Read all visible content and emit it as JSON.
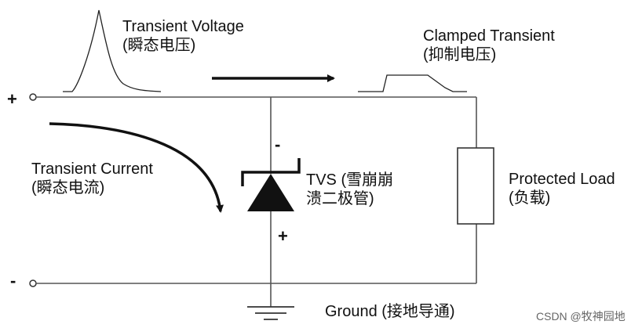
{
  "labels": {
    "transient_voltage": [
      "Transient Voltage",
      "(瞬态电压)"
    ],
    "clamped_transient": [
      "Clamped Transient",
      "(抑制电压)"
    ],
    "transient_current": [
      "Transient Current",
      "(瞬态电流)"
    ],
    "tvs": [
      "TVS (雪崩崩",
      "溃二极管)"
    ],
    "protected_load": [
      "Protected Load",
      "(负载)"
    ],
    "ground": "Ground (接地导通)"
  },
  "terminals": {
    "positive": "+",
    "negative": "-"
  },
  "tvs_polarity": {
    "top": "-",
    "bottom": "+"
  },
  "watermark": "CSDN @牧神园地",
  "colors": {
    "line": "#1a1a1a",
    "wire": "#555555",
    "background": "#ffffff"
  }
}
